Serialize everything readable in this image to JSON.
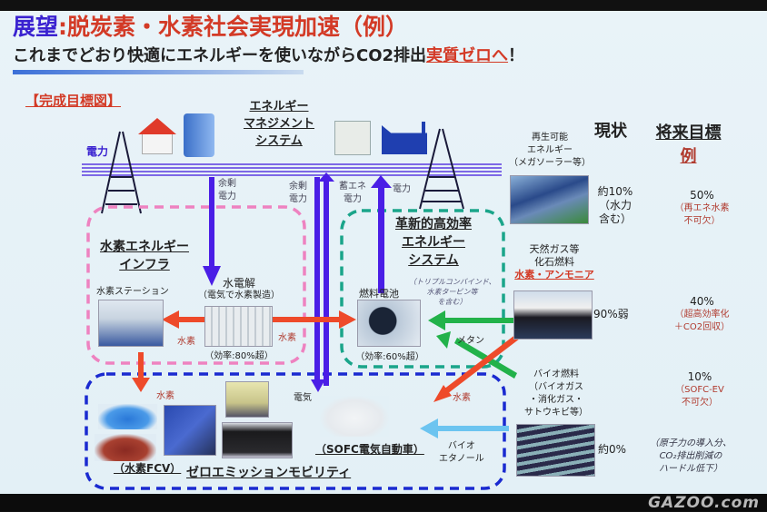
{
  "title": {
    "prefix": "展望",
    "main": ":脱炭素・水素社会実現加速（例）"
  },
  "subtitle": {
    "text": "これまでどおり快適にエネルギーを使いながらCO2排出",
    "highlight": "実質ゼロへ",
    "suffix": "！"
  },
  "diagram": {
    "heading": "【完成目標図】",
    "ems": [
      "エネルギー",
      "マネジメント",
      "システム"
    ],
    "power_label": "電力",
    "surplus1": [
      "余剰",
      "電力"
    ],
    "surplus2": [
      "余剰",
      "電力"
    ],
    "storage": [
      "蓄エネ",
      "電力"
    ],
    "power_up": "電力",
    "h2_infra": [
      "水素エネルギー",
      "インフラ"
    ],
    "h2_station": "水素ステーション",
    "electrolysis": [
      "水電解",
      "（電気で水素製造）"
    ],
    "eff80": "（効率:80%超）",
    "h2_left": "水素",
    "h2_right": "水素",
    "hees": [
      "革新的高効率",
      "エネルギー",
      "システム"
    ],
    "hees_note": [
      "（トリプルコンバインド、",
      "水素タービン等",
      "を含む）"
    ],
    "fuel_cell": "燃料電池",
    "eff60": "（効率:60%超）",
    "methane": "メタン",
    "h2_fcv_arrow": "水素",
    "electricity": "電気",
    "h2_sofc_arrow": "水素",
    "bioethanol": [
      "バイオ",
      "エタノール"
    ],
    "fcv": "（水素FCV）",
    "sofc": "（SOFC電気自動車）",
    "zem": "ゼロエミッションモビリティ"
  },
  "table": {
    "current_header": "現状",
    "future_header": "将来目標",
    "future_sub": "例",
    "rows": [
      {
        "source": [
          "再生可能",
          "エネルギー",
          "（メガソーラー等）"
        ],
        "current": [
          "約10%",
          "（水力",
          "含む）"
        ],
        "target": "50%",
        "target_note": [
          "（再エネ水素",
          "不可欠）"
        ]
      },
      {
        "source": [
          "天然ガス等",
          "化石燃料"
        ],
        "source_highlight": "水素・アンモニア",
        "current": [
          "90%弱"
        ],
        "target": "40%",
        "target_note": [
          "（超高効率化",
          "＋CO2回収）"
        ]
      },
      {
        "source": [
          "バイオ燃料",
          "（バイオガス",
          "・消化ガス・",
          "サトウキビ等）"
        ],
        "current": [
          "約0%"
        ],
        "target": "10%",
        "target_note": [
          "（SOFC-EV",
          "不可欠）"
        ]
      }
    ],
    "nuclear_note": [
      "（原子力の導入分、",
      "CO₂排出削減の",
      "ハードル低下）"
    ]
  },
  "watermark": "GAZOO.com"
}
